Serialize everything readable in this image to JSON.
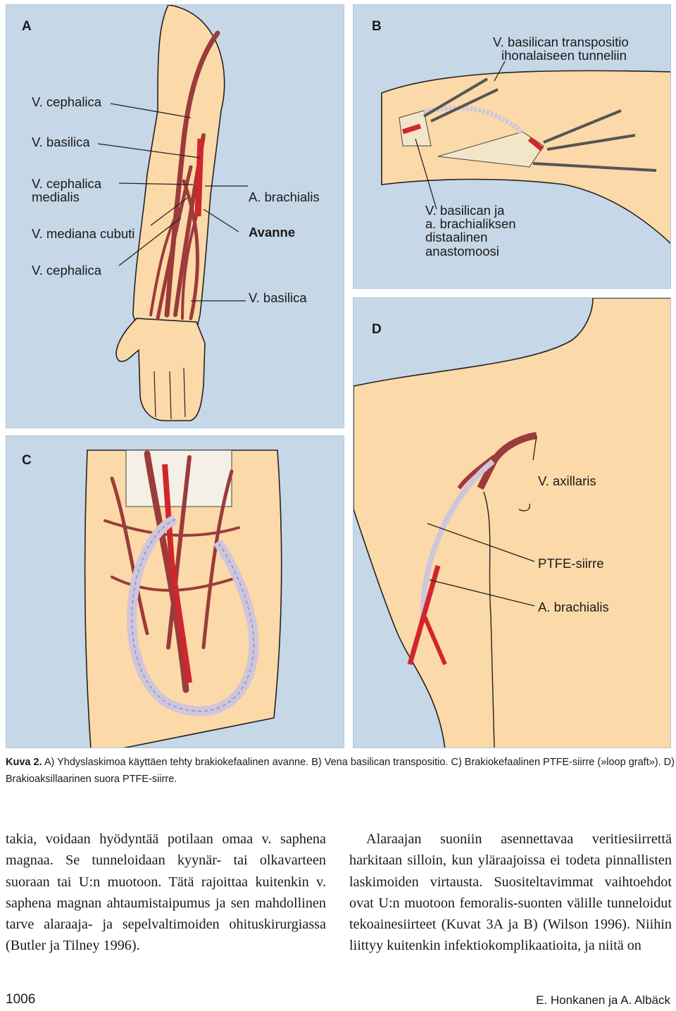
{
  "panels": {
    "A": {
      "letter": "A",
      "labels": {
        "cephalica_top": "V. cephalica",
        "basilica_left": "V. basilica",
        "cephalica_medialis_1": "V. cephalica",
        "cephalica_medialis_2": "medialis",
        "mediana_cubuti": "V. mediana cubuti",
        "cephalica_low": "V. cephalica",
        "brachialis": "A. brachialis",
        "avanne": "Avanne",
        "basilica_bottom": "V. basilica"
      }
    },
    "B": {
      "letter": "B",
      "labels": {
        "title_1": "V. basilican transpositio",
        "title_2": "ihonalaiseen tunneliin",
        "anast_1": "V. basilican ja",
        "anast_2": "a. brachialiksen",
        "anast_3": "distaalinen",
        "anast_4": "anastomoosi"
      }
    },
    "C": {
      "letter": "C"
    },
    "D": {
      "letter": "D",
      "labels": {
        "axillaris": "V. axillaris",
        "ptfe": "PTFE-siirre",
        "brachialis": "A. brachialis"
      }
    }
  },
  "caption": {
    "label": "Kuva 2.",
    "text": "A) Yhdyslaskimoa käyttäen tehty brakiokefaalinen avanne. B) Vena basilican transpositio. C) Brakiokefaalinen PTFE-siirre (»loop graft»). D) Brakioaksillaarinen suora PTFE-siirre."
  },
  "body_text": {
    "left": "takia, voidaan hyödyntää potilaan omaa v. saphena magnaa. Se tunneloidaan kyynär- tai olkavarteen suoraan tai U:n muotoon. Tätä rajoittaa kuitenkin v. saphena magnan ahtaumistaipumus ja sen mahdollinen tarve alaraaja- ja sepelvaltimoiden ohituskirurgiassa (Butler ja Tilney 1996).",
    "right": "Alaraajan suoniin asennettavaa veritiesiirrettä harkitaan silloin, kun yläraajoissa ei todeta pinnallisten laskimoiden virtausta. Suositeltavimmat vaihtoehdot ovat U:n muotoon femoralis-suonten välille tunneloidut tekoainesiirteet (Kuvat 3A ja B) (Wilson 1996). Niihin liittyy kuitenkin infektiokomplikaatioita, ja niitä on"
  },
  "footer": {
    "page_number": "1006",
    "authors": "E. Honkanen ja A. Albäck"
  },
  "colors": {
    "panel_bg": "#c6d7e7",
    "skin": "#fcd9a8",
    "vein": "#9b3b3b",
    "artery": "#d0262e",
    "graft": "#cfc6db"
  }
}
